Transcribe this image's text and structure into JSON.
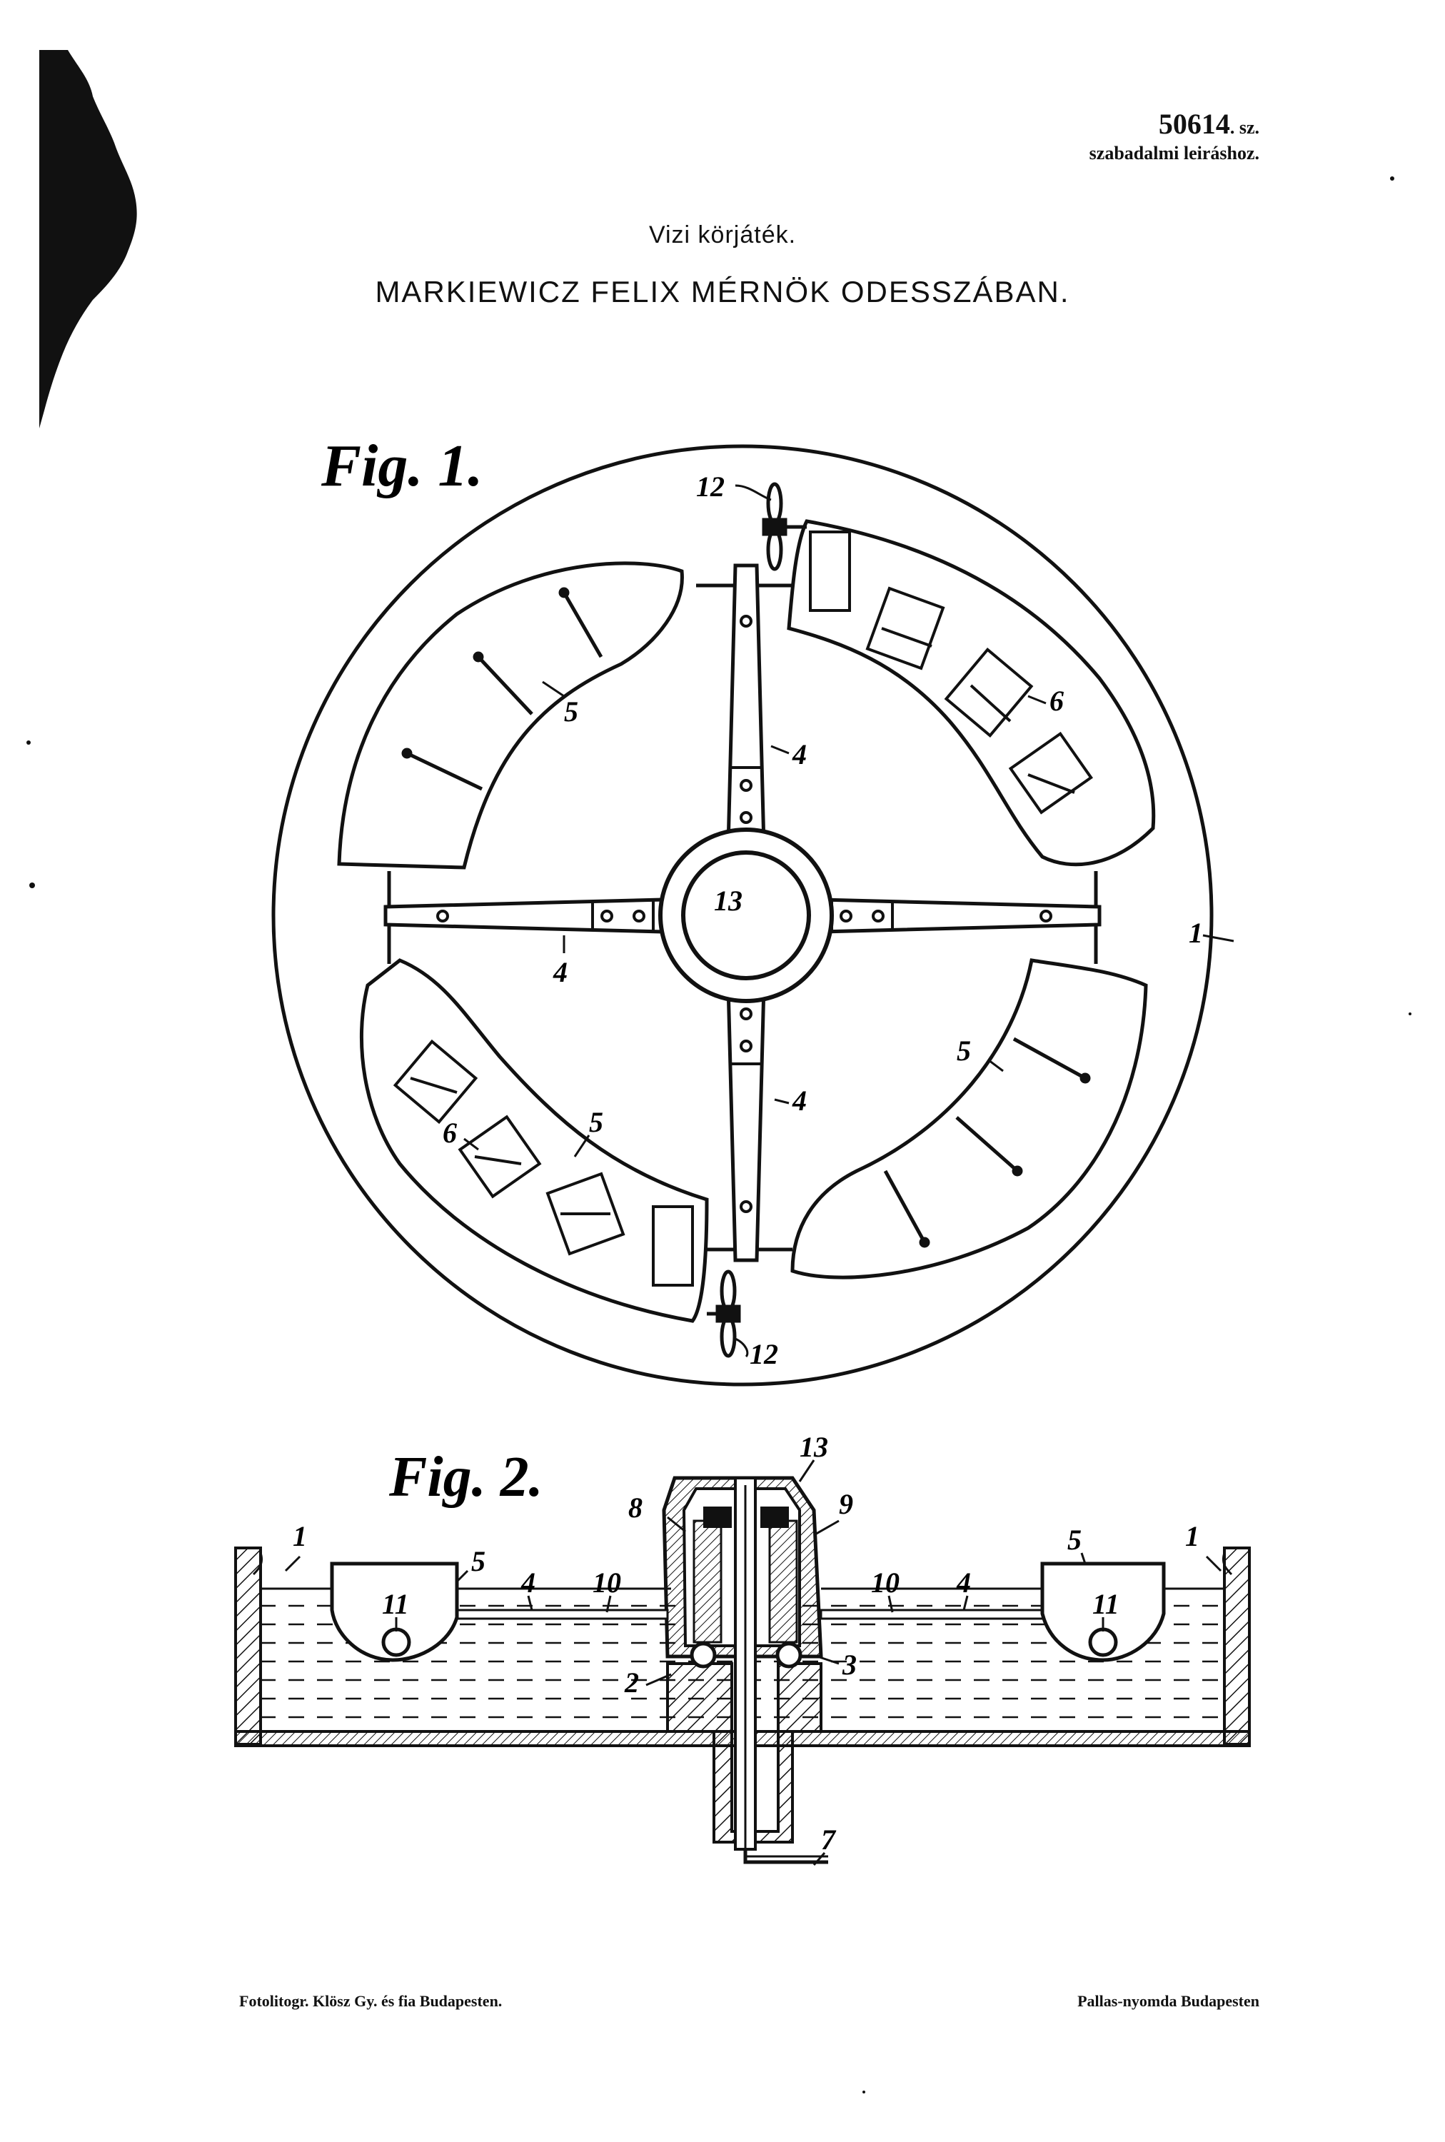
{
  "header": {
    "number": "50614",
    "sz": ". sz.",
    "subtitle": "szabadalmi leiráshoz."
  },
  "title": "Vizi körjáték.",
  "inventor": "MARKIEWICZ FELIX MÉRNÖK ODESSZÁBAN.",
  "figures": {
    "fig1": {
      "label": "Fig. 1.",
      "refs": {
        "r1": "1",
        "r4a": "4",
        "r4b": "4",
        "r4c": "4",
        "r5a": "5",
        "r5b": "5",
        "r5c": "5",
        "r6a": "6",
        "r6b": "6",
        "r12a": "12",
        "r12b": "12",
        "r13": "13"
      }
    },
    "fig2": {
      "label": "Fig. 2.",
      "refs": {
        "r1a": "1",
        "r1b": "1",
        "r2": "2",
        "r3": "3",
        "r4a": "4",
        "r4b": "4",
        "r5a": "5",
        "r5b": "5",
        "r7": "7",
        "r8": "8",
        "r9": "9",
        "r10a": "10",
        "r10b": "10",
        "r11a": "11",
        "r11b": "11",
        "r13": "13"
      }
    }
  },
  "footer": {
    "left": "Fotolitogr. Klösz Gy. és fia Budapesten.",
    "right": "Pallas-nyomda Budapesten"
  },
  "colors": {
    "ink": "#111111",
    "paper": "#ffffff"
  }
}
